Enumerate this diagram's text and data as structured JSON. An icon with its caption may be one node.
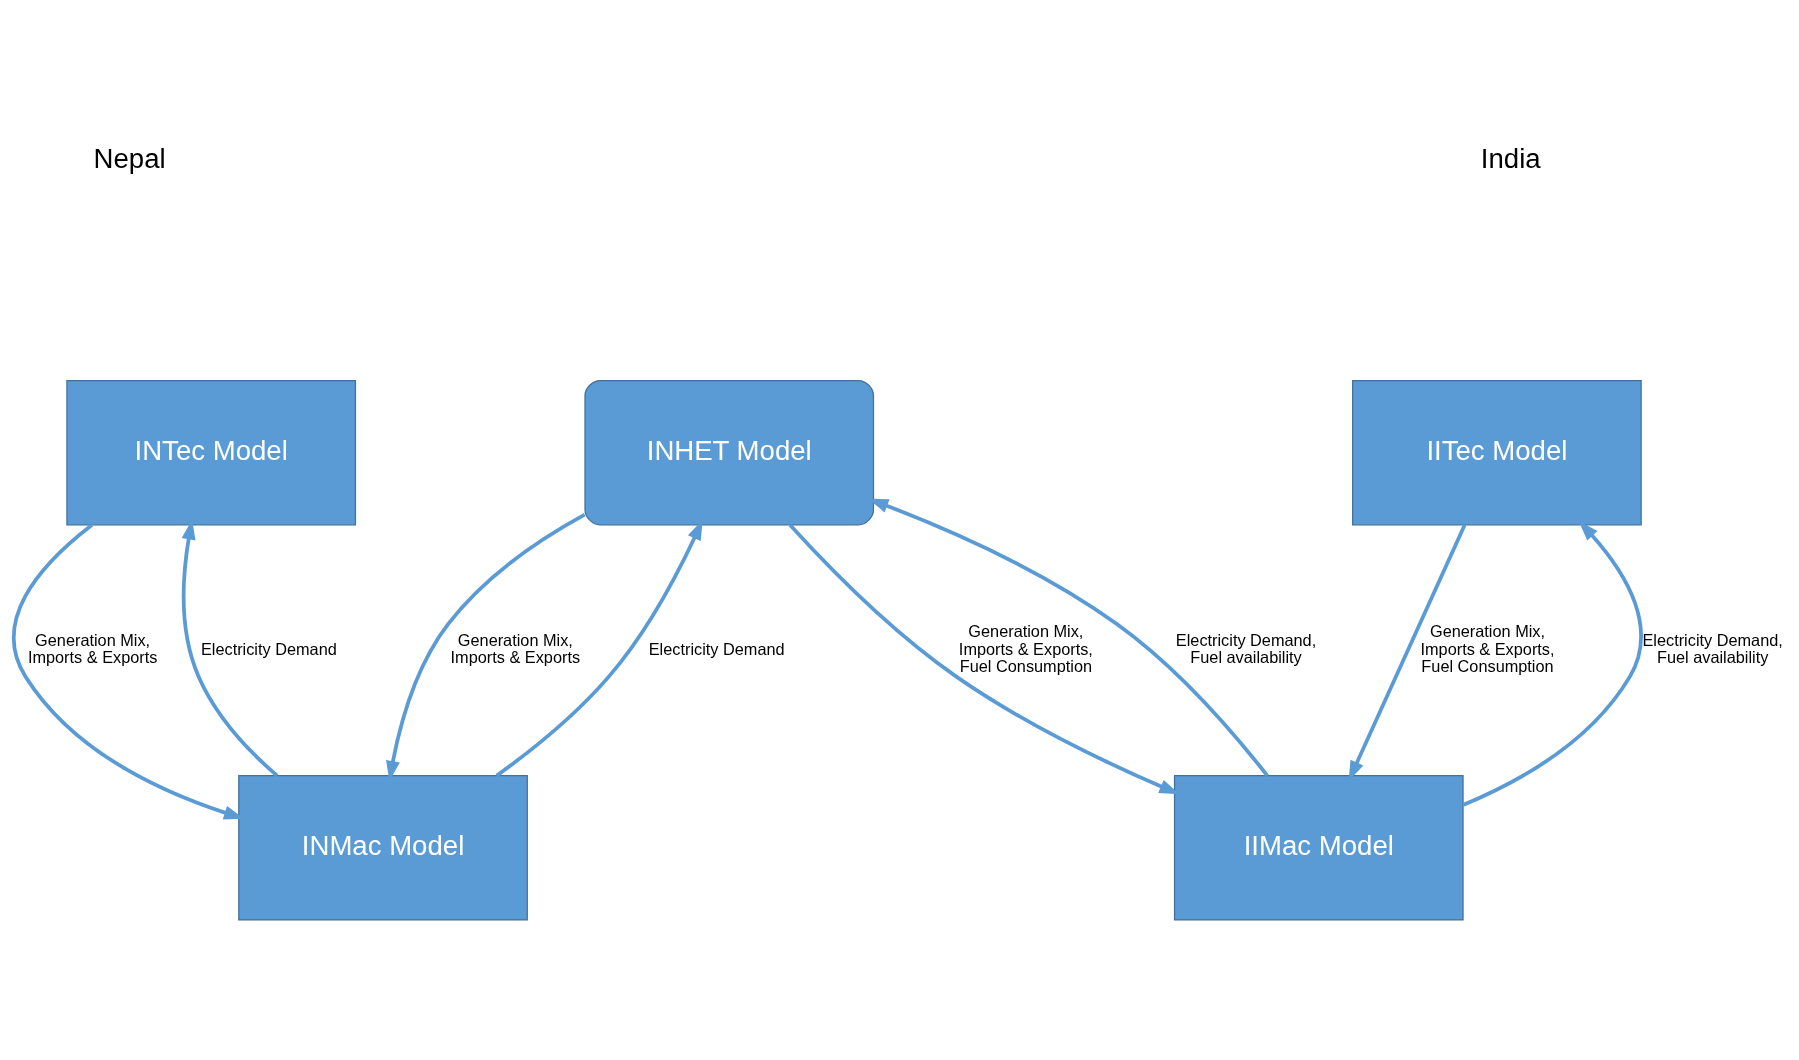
{
  "diagram": {
    "nodes": [
      {
        "text": [
          "INTec Model"
        ]
      },
      {
        "text": [
          "INHET Model"
        ]
      },
      {
        "text": [
          "IITec Model"
        ]
      },
      {
        "text": [
          "INMac Model"
        ]
      },
      {
        "text": [
          "IIMac Model"
        ]
      }
    ],
    "edges": [
      {
        "from": 3,
        "to": 0,
        "arrow": "to",
        "label": "Electricity Demand"
      },
      {
        "from": 0,
        "to": 3,
        "arrow": "to",
        "label": "Generation Mix, Imports & Exports"
      },
      {
        "from": 3,
        "to": 1,
        "arrow": "to",
        "label": "Electricity Demand"
      },
      {
        "from": 1,
        "to": 3,
        "arrow": "to",
        "label": "Generation Mix, Imports & Exports"
      },
      {
        "from": 1,
        "to": 4,
        "arrow": "to",
        "label": "Generation Mix, Imports & Exports, Fuel Consumption"
      },
      {
        "from": 4,
        "to": 1,
        "arrow": "to",
        "label": "Electricity Demand, Fuel availability"
      },
      {
        "from": 4,
        "to": 2,
        "arrow": "to",
        "label": "Electricity Demand, Fuel availability"
      },
      {
        "from": 2,
        "to": 4,
        "arrow": "to",
        "label": "Generation Mix, Imports & Exports, Fuel Consumption"
      }
    ],
    "labels": [
      "Nepal",
      "India"
    ]
  }
}
